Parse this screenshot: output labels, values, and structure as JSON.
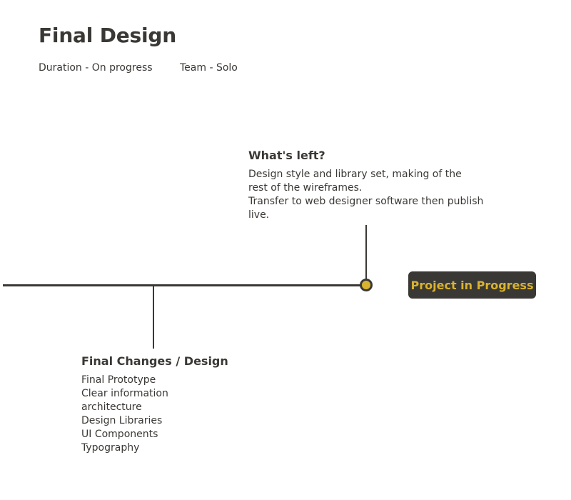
{
  "header": {
    "title": "Final Design",
    "duration": "Duration - On progress",
    "team": "Team - Solo"
  },
  "whats_left": {
    "heading": "What's left?",
    "lines": [
      "Design style and library set, making of the rest of the wireframes.",
      "Transfer to web designer software then publish live."
    ]
  },
  "final_changes": {
    "heading": "Final Changes / Design",
    "items": [
      "Final Prototype",
      "Clear information architecture",
      "Design Libraries",
      "UI Components",
      "Typography"
    ]
  },
  "status_badge": {
    "label": "Project in Progress"
  },
  "colors": {
    "text": "#3a3835",
    "accent": "#d9b32f",
    "background": "#ffffff"
  }
}
